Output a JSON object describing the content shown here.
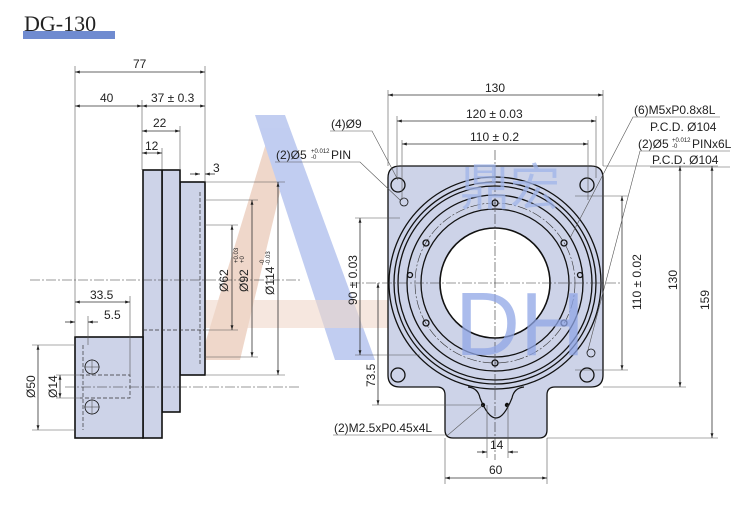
{
  "title": "DG-130",
  "colors": {
    "title_bar": "#6f8bd0",
    "part_fill": "#cdd3e8",
    "watermark_blue": "#8fa6e6",
    "watermark_orange": "#e3b79f"
  },
  "watermark": {
    "text": "DH",
    "chars": "鼎宏"
  },
  "side_view": {
    "dims": {
      "overall": "77",
      "left": "40",
      "right": "37 ± 0.3",
      "d22": "22",
      "d12": "12",
      "d3": "3",
      "d62": "Ø62",
      "d92": "Ø92",
      "d92_tol_top": "+0.03",
      "d92_tol_bot": "+0",
      "d114": "Ø114",
      "d114_tol_top": "-0",
      "d114_tol_bot": "-0.03",
      "d33_5": "33.5",
      "d5_5": "5.5",
      "d50": "Ø50",
      "d14": "Ø14"
    }
  },
  "front_view": {
    "dims": {
      "width": "130",
      "holes_pitch": "120 ± 0.03",
      "inner": "110 ± 0.2",
      "v90": "90 ± 0.03",
      "v73_5": "73.5",
      "v110": "110 ± 0.02",
      "v130": "130",
      "v159": "159",
      "tab14": "14",
      "tab60": "60"
    },
    "callouts": {
      "holes": "(4)Ø9",
      "pin_left": "(2)Ø5",
      "pin_left_tol_top": "+0.012",
      "pin_left_tol_bot": "-0",
      "pin_left_suffix": "PIN",
      "tap_right": "(6)M5xP0.8x8L",
      "pcd1": "P.C.D. Ø104",
      "pin_right": "(2)Ø5",
      "pin_right_tol_top": "+0.012",
      "pin_right_tol_bot": "-0",
      "pin_right_suffix": "PINx6L",
      "pcd2": "P.C.D. Ø104",
      "tap_bottom": "(2)M2.5xP0.45x4L"
    }
  }
}
